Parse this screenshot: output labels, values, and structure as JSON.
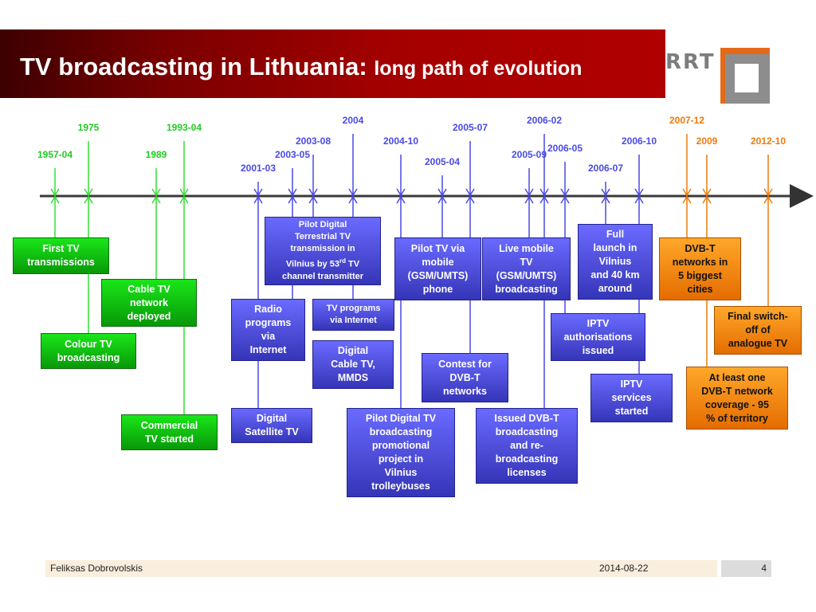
{
  "header": {
    "title_main": "TV broadcasting in Lithuania: ",
    "title_sub": "long path of evolution"
  },
  "logo": {
    "text": "RRT",
    "icon": "rrt-logo-squares"
  },
  "colors": {
    "green": "#22cc22",
    "blue": "#4a4ae6",
    "orange": "#ee7a0a",
    "title_bar": "#a50000"
  },
  "timeline": {
    "events": [
      {
        "date": "1957-04",
        "color": "green"
      },
      {
        "date": "1975",
        "color": "green"
      },
      {
        "date": "1989",
        "color": "green"
      },
      {
        "date": "1993-04",
        "color": "green"
      },
      {
        "date": "2001-03",
        "color": "blue"
      },
      {
        "date": "2003-05",
        "color": "blue"
      },
      {
        "date": "2003-08",
        "color": "blue"
      },
      {
        "date": "2004",
        "color": "blue"
      },
      {
        "date": "2004-10",
        "color": "blue"
      },
      {
        "date": "2005-04",
        "color": "blue"
      },
      {
        "date": "2005-07",
        "color": "blue"
      },
      {
        "date": "2005-09",
        "color": "blue"
      },
      {
        "date": "2006-02",
        "color": "blue"
      },
      {
        "date": "2006-05",
        "color": "blue"
      },
      {
        "date": "2006-07",
        "color": "blue"
      },
      {
        "date": "2006-10",
        "color": "blue"
      },
      {
        "date": "2007-12",
        "color": "orange"
      },
      {
        "date": "2009",
        "color": "orange"
      },
      {
        "date": "2012-10",
        "color": "orange"
      }
    ],
    "boxes": {
      "first_tv": "First TV\ntransmissions",
      "colour_tv": "Colour TV\nbroadcasting",
      "cable_tv": "Cable TV\nnetwork\ndeployed",
      "commercial_tv": "Commercial\nTV started",
      "digital_satellite": "Digital\nSatellite TV",
      "radio_internet": "Radio\nprograms\nvia\nInternet",
      "pilot_dtt_line1": "Pilot Digital\nTerrestrial TV\ntransmission in\nVilnius by 53",
      "pilot_dtt_sup": "rd",
      "pilot_dtt_line2": " TV\nchannel transmitter",
      "tv_internet": "TV programs\nvia Internet",
      "digital_cable": "Digital\nCable TV,\nMMDS",
      "pilot_trolleybus": "Pilot Digital TV\nbroadcasting\npromotional\nproject in\nVilnius\ntrolleybuses",
      "pilot_mobile": "Pilot TV via\nmobile\n(GSM/UMTS)\nphone",
      "contest_dvbt": "Contest for\nDVB-T\nnetworks",
      "live_mobile": "Live mobile\nTV\n(GSM/UMTS)\nbroadcasting",
      "issued_licenses": "Issued DVB-T\nbroadcasting\nand re-\nbroadcasting\nlicenses",
      "iptv_auth": "IPTV\nauthorisations\nissued",
      "full_launch": "Full\nlaunch in\nVilnius\nand 40 km\naround",
      "iptv_started": "IPTV\nservices\nstarted",
      "dvbt_cities": "DVB-T\nnetworks in\n5 biggest\ncities",
      "coverage": "At least one\nDVB-T network\ncoverage -  95\n% of territory",
      "switchoff": "Final switch-\noff of\nanalogue TV"
    }
  },
  "footer": {
    "author": "Feliksas Dobrovolskis",
    "date": "2014-08-22",
    "page": "4"
  }
}
